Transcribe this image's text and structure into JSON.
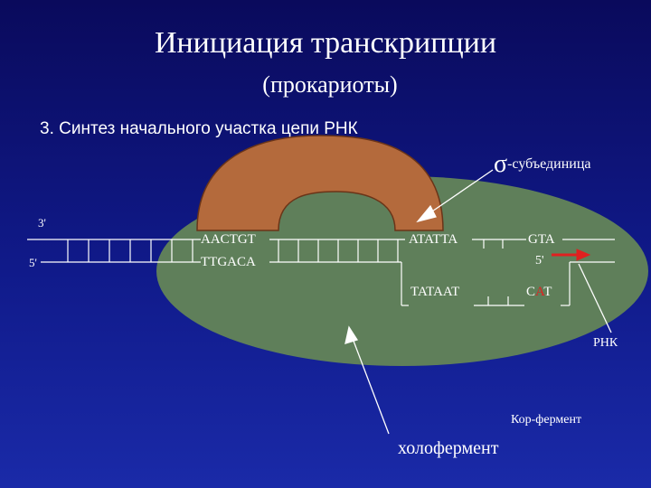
{
  "title": "Инициация транскрипции",
  "subtitle": "(прокариоты)",
  "step": "3.  Синтез начального участка цепи РНК",
  "labels": {
    "sigma_symbol": "σ",
    "sigma_text": "-субъединица",
    "prime3_left": "3'",
    "prime5_left": "5'",
    "seq_top_1": "AACTGT",
    "seq_bottom_1": "TTGACA",
    "seq_top_2": "ATATTA",
    "seq_bottom_2": "TATAAT",
    "seq_top_3": "GTA",
    "prime5_rna": "5'",
    "seq_bottom_3_a": "C",
    "seq_bottom_3_b": "A",
    "seq_bottom_3_c": "T",
    "rna": "РНК",
    "core_enzyme": "Кор-фермент",
    "holoenzyme": "холофермент"
  },
  "colors": {
    "background": "#101a8a",
    "enzyme": "#5f7f5a",
    "sigma_arc": "#b46a3c",
    "rna_arrow": "#e02020",
    "text": "#ffffff"
  }
}
